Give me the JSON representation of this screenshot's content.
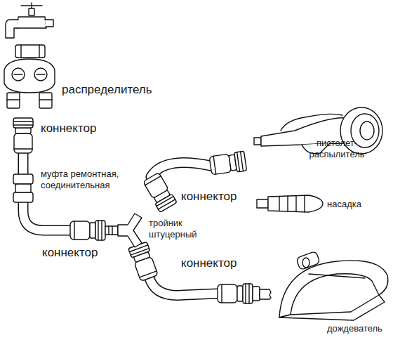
{
  "diagram": {
    "labels": [
      "распределитель",
      "коннектор",
      "пистолет-распылитель",
      "муфта ремонтная, соединительная",
      "коннектор",
      "насадка",
      "тройник штуцерный",
      "коннектор",
      "коннектор",
      "дождеватель"
    ]
  }
}
